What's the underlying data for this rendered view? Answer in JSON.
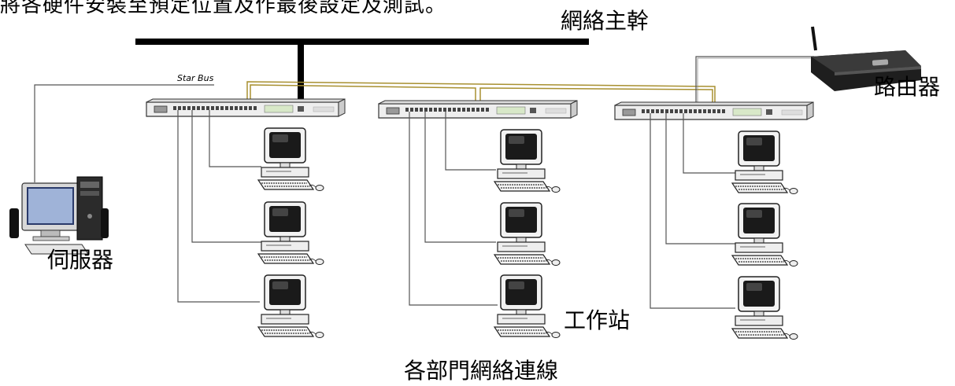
{
  "header_text": "將各硬件安裝至預定位置及作最後設定及測試。",
  "labels": {
    "backbone": "網絡主幹",
    "router": "路由器",
    "server": "伺服器",
    "workstation": "工作站",
    "caption": "各部門網絡連線",
    "hub_brand": "Star Bus"
  },
  "colors": {
    "backbone": "#000000",
    "link": "#a89030",
    "cable": "#555555",
    "hub_body": "#eeeeee",
    "device_dark": "#1a1a1a"
  },
  "icons": {
    "hub": "network-switch-icon",
    "workstation": "desktop-computer-icon",
    "server": "server-computer-icon",
    "router": "wireless-router-icon"
  },
  "hubs": [
    {
      "name": "hub-1",
      "workstations": 3
    },
    {
      "name": "hub-2",
      "workstations": 3
    },
    {
      "name": "hub-3",
      "workstations": 3
    }
  ]
}
